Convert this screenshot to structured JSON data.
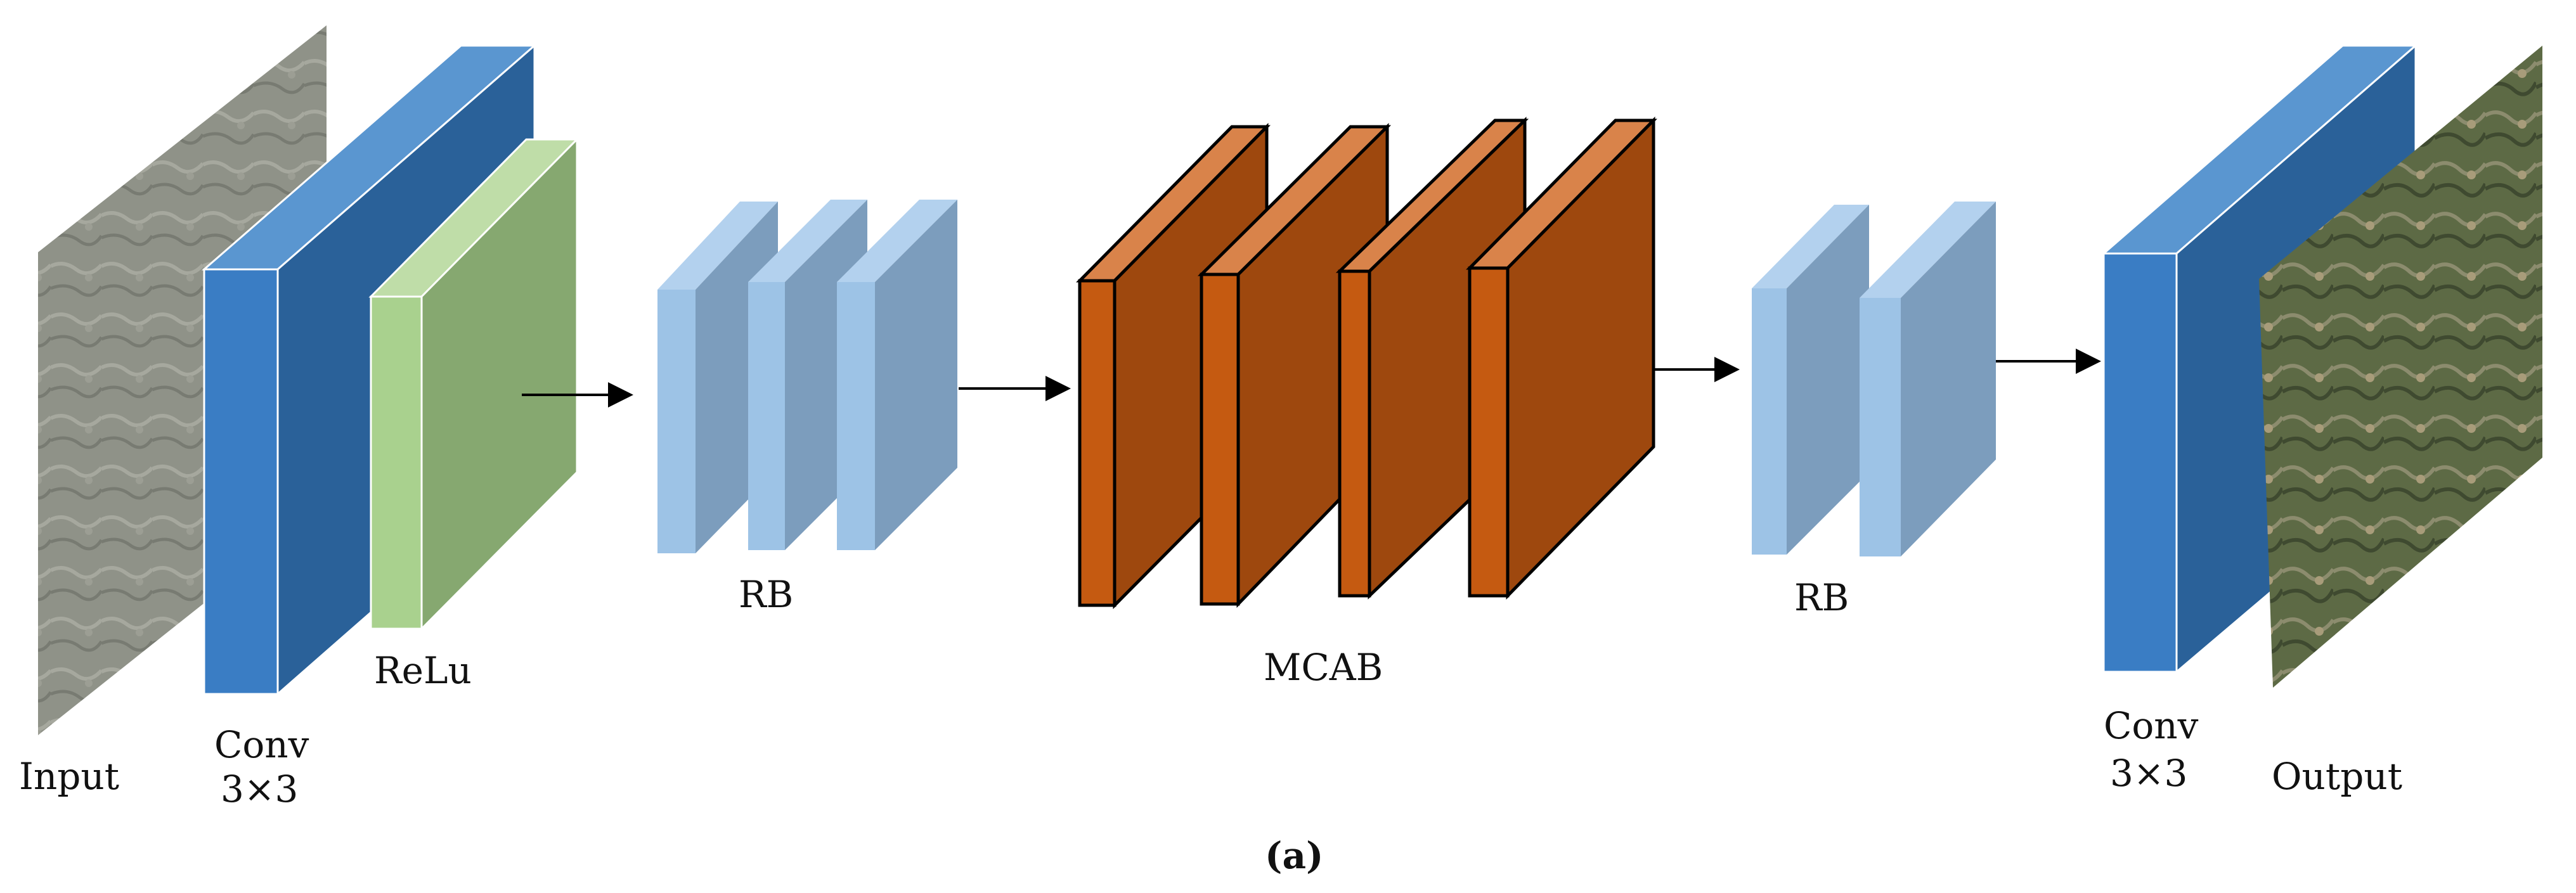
{
  "labels": {
    "input": "Input",
    "conv_left": "Conv",
    "conv_left_kernel": "3×3",
    "relu": "ReLu",
    "rb_left": "RB",
    "mcab": "MCAB",
    "rb_right": "RB",
    "conv_right": "Conv",
    "conv_right_kernel": "3×3",
    "output": "Output",
    "caption": "(a)"
  },
  "colors": {
    "conv_front": "#3A7DC4",
    "conv_top": "#5A96D0",
    "conv_side": "#2A6199",
    "relu_front": "#A9D18E",
    "relu_top": "#BFDDA8",
    "relu_side": "#86A870",
    "rb_front": "#9DC3E6",
    "rb_top": "#B3D1EE",
    "rb_side": "#7C9DBD",
    "mcab_front": "#C55A11",
    "mcab_top": "#D9834A",
    "mcab_side": "#9E480E",
    "input_image": "#8E9086",
    "output_image": "#5E6B48",
    "arrow": "#000000"
  },
  "blocks": [
    {
      "name": "input-image",
      "type": "image"
    },
    {
      "name": "conv-block-left",
      "type": "conv"
    },
    {
      "name": "relu-block",
      "type": "relu"
    },
    {
      "name": "rb-block-left-1",
      "type": "rb"
    },
    {
      "name": "rb-block-left-2",
      "type": "rb"
    },
    {
      "name": "rb-block-left-3",
      "type": "rb"
    },
    {
      "name": "mcab-block-1",
      "type": "mcab"
    },
    {
      "name": "mcab-block-2",
      "type": "mcab"
    },
    {
      "name": "mcab-block-3",
      "type": "mcab"
    },
    {
      "name": "mcab-block-4",
      "type": "mcab"
    },
    {
      "name": "rb-block-right-1",
      "type": "rb"
    },
    {
      "name": "rb-block-right-2",
      "type": "rb"
    },
    {
      "name": "conv-block-right",
      "type": "conv"
    },
    {
      "name": "output-image",
      "type": "image"
    }
  ]
}
